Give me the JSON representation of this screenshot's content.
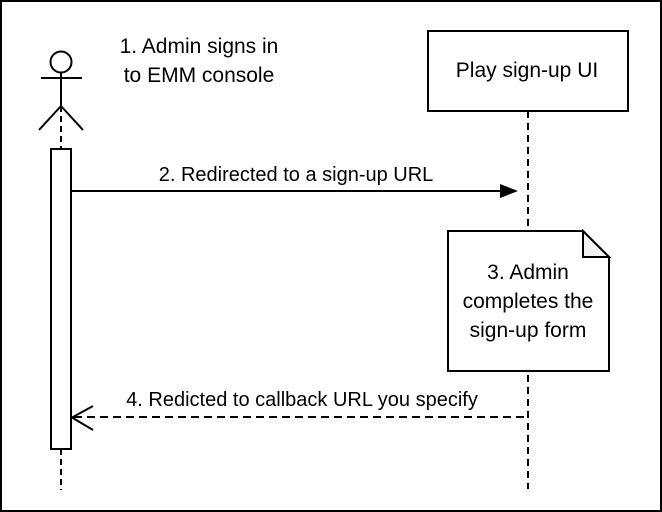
{
  "diagram": {
    "type": "sequence",
    "actor": {
      "step_label": "1. Admin signs in\nto EMM console"
    },
    "participant": {
      "label": "Play sign-up UI"
    },
    "messages": [
      {
        "label": "2. Redirected to a sign-up URL",
        "line_style": "solid",
        "arrowhead": "filled",
        "direction": "right"
      },
      {
        "label": "4. Redicted to callback URL you specify",
        "line_style": "dashed",
        "arrowhead": "open",
        "direction": "left"
      }
    ],
    "note": {
      "label": "3. Admin\ncompletes the\nsign-up form"
    },
    "colors": {
      "stroke_color": "#000000",
      "bg_color": "#ffffff",
      "fold_color": "#f2f2f2"
    }
  }
}
